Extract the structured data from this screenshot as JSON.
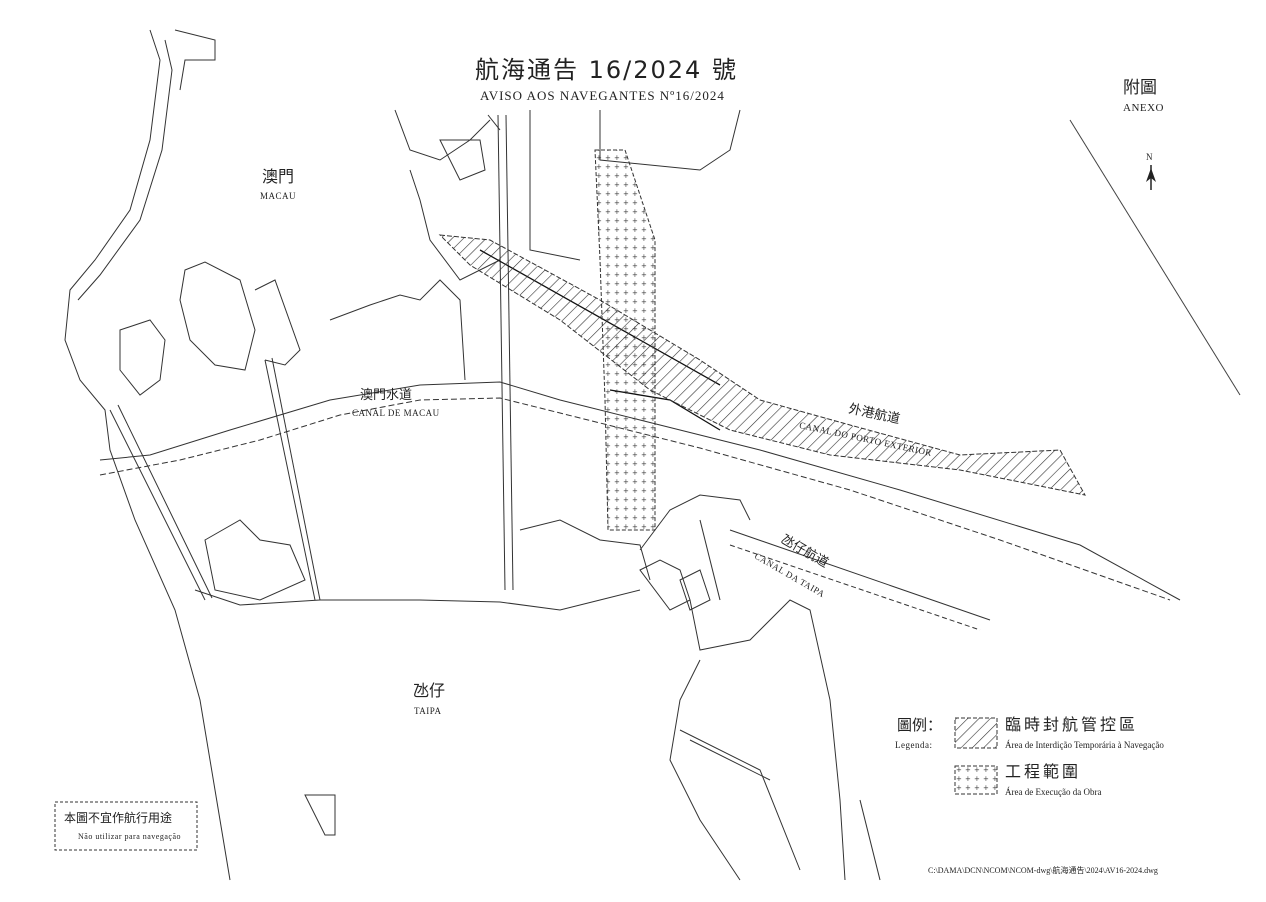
{
  "title": {
    "zh": "航海通告 16/2024 號",
    "pt": "AVISO AOS NAVEGANTES Nº16/2024"
  },
  "annex": {
    "zh": "附圖",
    "pt": "ANEXO"
  },
  "north_label": "N",
  "places": {
    "macau": {
      "zh": "澳門",
      "pt": "MACAU"
    },
    "taipa": {
      "zh": "氹仔",
      "pt": "TAIPA"
    },
    "canal_macau": {
      "zh": "澳門水道",
      "pt": "CANAL DE MACAU"
    },
    "canal_porto": {
      "zh": "外港航道",
      "pt": "CANAL DO PORTO EXTERIOR"
    },
    "canal_taipa": {
      "zh": "氹仔航道",
      "pt": "CANAL DA TAIPA"
    }
  },
  "legend": {
    "title_zh": "圖例：",
    "title_pt": "Legenda:",
    "items": [
      {
        "zh": "臨時封航管控區",
        "pt": "Área de Interdição Temporária à Navegação",
        "pattern": "hatch"
      },
      {
        "zh": "工程範圍",
        "pt": "Área de Execução da Obra",
        "pattern": "dots"
      }
    ]
  },
  "disclaimer": {
    "zh": "本圖不宜作航行用途",
    "pt": "Não utilizar para navegação"
  },
  "file_path": "C:\\DAMA\\DCN\\NCOM\\NCOM-dwg\\航海通告\\2024\\AV16-2024.dwg"
}
